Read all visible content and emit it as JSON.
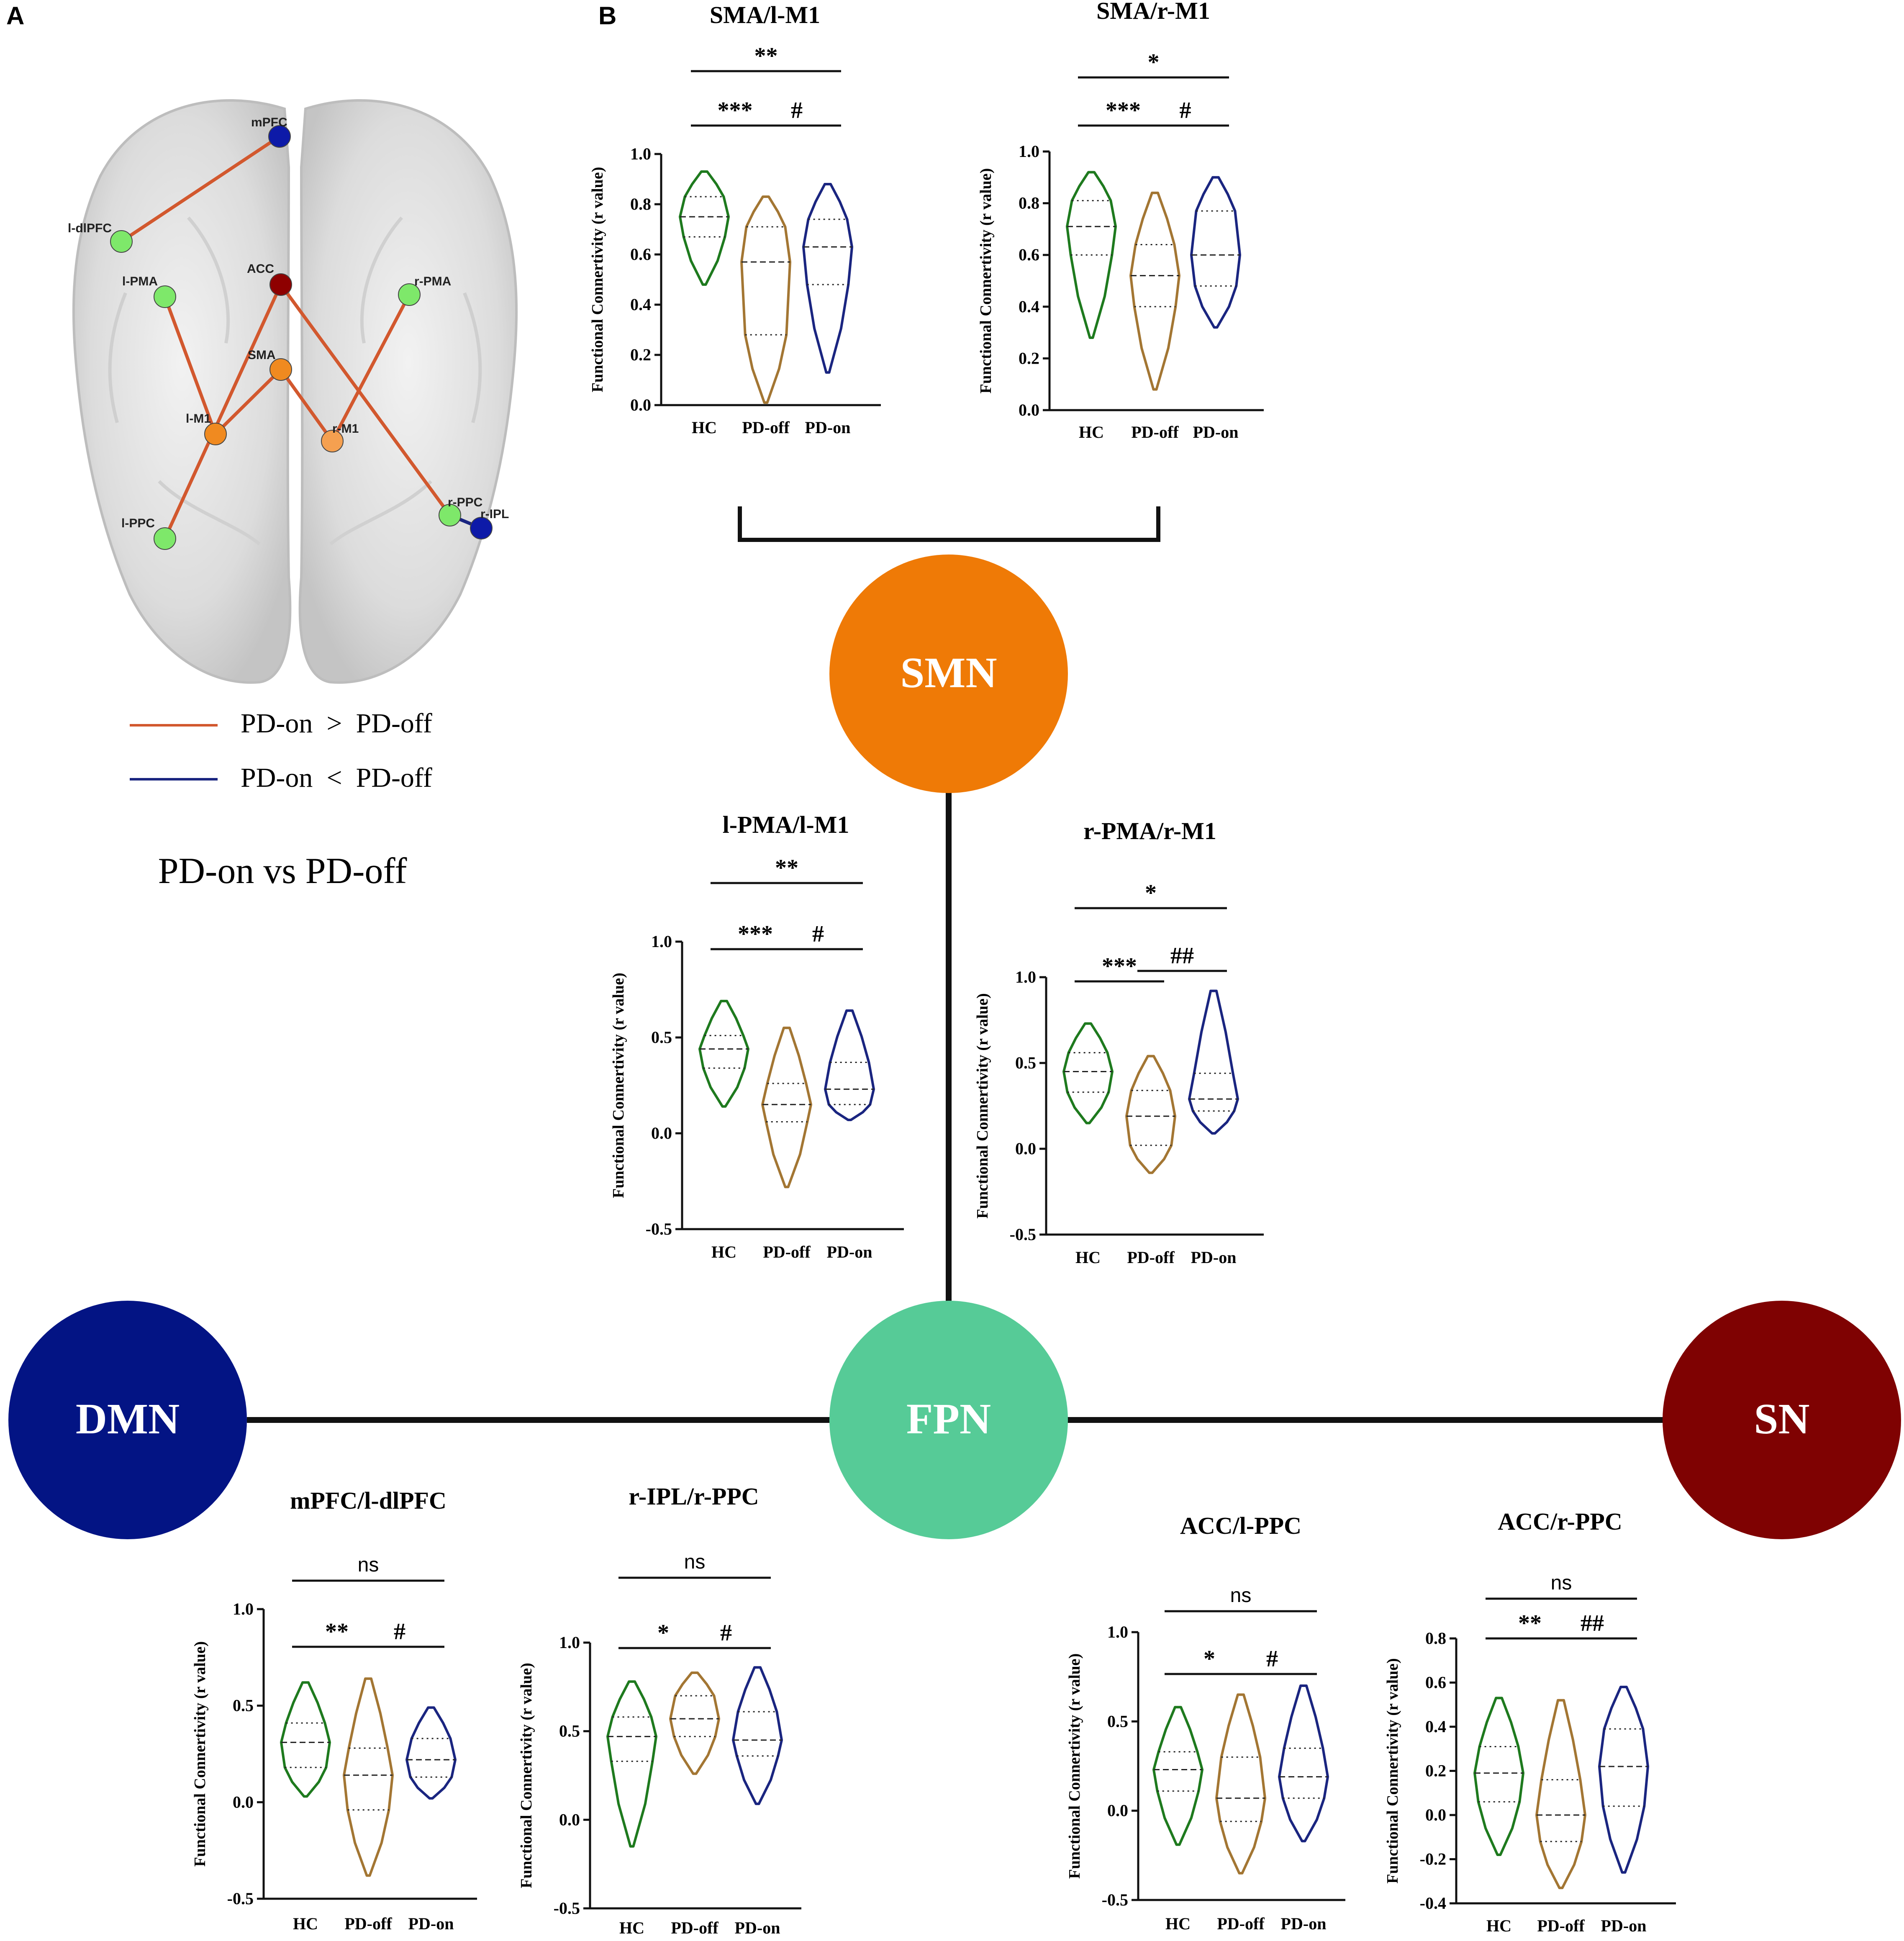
{
  "figure": {
    "panel_a_label": "A",
    "panel_b_label": "B",
    "comparison_title": "PD-on vs PD-off",
    "legend": [
      {
        "label": "PD-on  >  PD-off",
        "color": "#d2582e"
      },
      {
        "label": "PD-on  <  PD-off",
        "color": "#1a2580"
      }
    ]
  },
  "colors": {
    "HC": "#1e7a1e",
    "PD-off": "#a37633",
    "PD-on": "#1a2580",
    "SMN": "#ef7a06",
    "FPN": "#56cb97",
    "DMN": "#031484",
    "SN": "#7f0202",
    "line_up": "#d2582e",
    "line_down": "#1a2580"
  },
  "brain": {
    "nodes": [
      {
        "id": "mPFC",
        "label": "mPFC",
        "color": "#0d1aa8"
      },
      {
        "id": "l-dlPFC",
        "label": "l-dlPFC",
        "color": "#7ee86a"
      },
      {
        "id": "l-PMA",
        "label": "l-PMA",
        "color": "#7ee86a"
      },
      {
        "id": "ACC",
        "label": "ACC",
        "color": "#8e0000"
      },
      {
        "id": "r-PMA",
        "label": "r-PMA",
        "color": "#7ee86a"
      },
      {
        "id": "SMA",
        "label": "SMA",
        "color": "#f08a20"
      },
      {
        "id": "l-M1",
        "label": "l-M1",
        "color": "#f08a20"
      },
      {
        "id": "r-M1",
        "label": "r-M1",
        "color": "#f5a050"
      },
      {
        "id": "l-PPC",
        "label": "l-PPC",
        "color": "#7ee86a"
      },
      {
        "id": "r-PPC",
        "label": "r-PPC",
        "color": "#7ee86a"
      },
      {
        "id": "r-IPL",
        "label": "r-IPL",
        "color": "#0d1aa8"
      }
    ],
    "edges": [
      {
        "from": "mPFC",
        "to": "l-dlPFC",
        "direction": "PD-on > PD-off"
      },
      {
        "from": "l-PMA",
        "to": "l-M1",
        "direction": "PD-on > PD-off"
      },
      {
        "from": "SMA",
        "to": "l-M1",
        "direction": "PD-on > PD-off"
      },
      {
        "from": "SMA",
        "to": "r-M1",
        "direction": "PD-on > PD-off"
      },
      {
        "from": "r-PMA",
        "to": "r-M1",
        "direction": "PD-on > PD-off"
      },
      {
        "from": "ACC",
        "to": "l-PPC",
        "direction": "PD-on > PD-off"
      },
      {
        "from": "ACC",
        "to": "r-PPC",
        "direction": "PD-on > PD-off"
      },
      {
        "from": "r-PPC",
        "to": "r-IPL",
        "direction": "PD-on < PD-off"
      }
    ]
  },
  "networks": [
    {
      "id": "SMN",
      "label": "SMN"
    },
    {
      "id": "FPN",
      "label": "FPN"
    },
    {
      "id": "DMN",
      "label": "DMN"
    },
    {
      "id": "SN",
      "label": "SN"
    }
  ],
  "chart_data": [
    {
      "type": "violin",
      "title": "SMA/l-M1",
      "ylabel": "Functional Connertivity (r value)",
      "ylim": [
        0,
        1.0
      ],
      "yticks": [
        "0.0",
        "0.2",
        "0.4",
        "0.6",
        "0.8",
        "1.0"
      ],
      "ytick_values": [
        0,
        0.2,
        0.4,
        0.6,
        0.8,
        1.0
      ],
      "categories": [
        "HC",
        "PD-off",
        "PD-on"
      ],
      "series": [
        {
          "name": "HC",
          "min": 0.48,
          "max": 0.93,
          "q1": 0.67,
          "median": 0.75,
          "q3": 0.83
        },
        {
          "name": "PD-off",
          "min": 0.01,
          "max": 0.83,
          "q1": 0.28,
          "median": 0.57,
          "q3": 0.71
        },
        {
          "name": "PD-on",
          "min": 0.13,
          "max": 0.88,
          "q1": 0.48,
          "median": 0.63,
          "q3": 0.74
        }
      ],
      "annotations": [
        {
          "text": "**",
          "from": 0,
          "to": 2,
          "level": 0
        },
        {
          "text": "***",
          "from": 0,
          "to": 1,
          "level": 1
        },
        {
          "text": "#",
          "from": 1,
          "to": 2,
          "level": 1
        }
      ]
    },
    {
      "type": "violin",
      "title": "SMA/r-M1",
      "ylabel": "Functional Connertivity (r value)",
      "ylim": [
        0,
        1.0
      ],
      "yticks": [
        "0.0",
        "0.2",
        "0.4",
        "0.6",
        "0.8",
        "1.0"
      ],
      "ytick_values": [
        0,
        0.2,
        0.4,
        0.6,
        0.8,
        1.0
      ],
      "categories": [
        "HC",
        "PD-off",
        "PD-on"
      ],
      "series": [
        {
          "name": "HC",
          "min": 0.28,
          "max": 0.92,
          "q1": 0.6,
          "median": 0.71,
          "q3": 0.81
        },
        {
          "name": "PD-off",
          "min": 0.08,
          "max": 0.84,
          "q1": 0.4,
          "median": 0.52,
          "q3": 0.64
        },
        {
          "name": "PD-on",
          "min": 0.32,
          "max": 0.9,
          "q1": 0.48,
          "median": 0.6,
          "q3": 0.77
        }
      ],
      "annotations": [
        {
          "text": "*",
          "from": 0,
          "to": 2,
          "level": 0
        },
        {
          "text": "***",
          "from": 0,
          "to": 1,
          "level": 1
        },
        {
          "text": "#",
          "from": 1,
          "to": 2,
          "level": 1
        }
      ]
    },
    {
      "type": "violin",
      "title": "l-PMA/l-M1",
      "ylabel": "Functional Connertivity (r value)",
      "ylim": [
        -0.5,
        1.0
      ],
      "yticks": [
        "-0.5",
        "0.0",
        "0.5",
        "1.0"
      ],
      "ytick_values": [
        -0.5,
        0,
        0.5,
        1.0
      ],
      "categories": [
        "HC",
        "PD-off",
        "PD-on"
      ],
      "series": [
        {
          "name": "HC",
          "min": 0.14,
          "max": 0.69,
          "q1": 0.34,
          "median": 0.44,
          "q3": 0.51
        },
        {
          "name": "PD-off",
          "min": -0.28,
          "max": 0.55,
          "q1": 0.06,
          "median": 0.15,
          "q3": 0.26
        },
        {
          "name": "PD-on",
          "min": 0.07,
          "max": 0.64,
          "q1": 0.15,
          "median": 0.23,
          "q3": 0.37
        }
      ],
      "annotations": [
        {
          "text": "**",
          "from": 0,
          "to": 2,
          "level": 0
        },
        {
          "text": "***",
          "from": 0,
          "to": 1,
          "level": 1
        },
        {
          "text": "#",
          "from": 1,
          "to": 2,
          "level": 1
        }
      ]
    },
    {
      "type": "violin",
      "title": "r-PMA/r-M1",
      "ylabel": "Functional Connertivity (r value)",
      "ylim": [
        -0.5,
        1.0
      ],
      "yticks": [
        "-0.5",
        "0.0",
        "0.5",
        "1.0"
      ],
      "ytick_values": [
        -0.5,
        0,
        0.5,
        1.0
      ],
      "categories": [
        "HC",
        "PD-off",
        "PD-on"
      ],
      "series": [
        {
          "name": "HC",
          "min": 0.15,
          "max": 0.73,
          "q1": 0.33,
          "median": 0.45,
          "q3": 0.56
        },
        {
          "name": "PD-off",
          "min": -0.14,
          "max": 0.54,
          "q1": 0.02,
          "median": 0.19,
          "q3": 0.34
        },
        {
          "name": "PD-on",
          "min": 0.09,
          "max": 0.92,
          "q1": 0.22,
          "median": 0.29,
          "q3": 0.44
        }
      ],
      "annotations": [
        {
          "text": "*",
          "from": 0,
          "to": 2,
          "level": 0
        },
        {
          "text": "***",
          "from": 0,
          "to": 1,
          "level": 2
        },
        {
          "text": "##",
          "from": 1,
          "to": 2,
          "level": 1
        }
      ]
    },
    {
      "type": "violin",
      "title": "mPFC/l-dlPFC",
      "ylabel": "Functional Connertivity (r value)",
      "ylim": [
        -0.5,
        1.0
      ],
      "yticks": [
        "-0.5",
        "0.0",
        "0.5",
        "1.0"
      ],
      "ytick_values": [
        -0.5,
        0,
        0.5,
        1.0
      ],
      "categories": [
        "HC",
        "PD-off",
        "PD-on"
      ],
      "series": [
        {
          "name": "HC",
          "min": 0.03,
          "max": 0.62,
          "q1": 0.18,
          "median": 0.31,
          "q3": 0.41
        },
        {
          "name": "PD-off",
          "min": -0.38,
          "max": 0.64,
          "q1": -0.04,
          "median": 0.14,
          "q3": 0.28
        },
        {
          "name": "PD-on",
          "min": 0.02,
          "max": 0.49,
          "q1": 0.13,
          "median": 0.22,
          "q3": 0.33
        }
      ],
      "annotations": [
        {
          "text": "ns",
          "from": 0,
          "to": 2,
          "level": 0
        },
        {
          "text": "**",
          "from": 0,
          "to": 1,
          "level": 1
        },
        {
          "text": "#",
          "from": 1,
          "to": 2,
          "level": 1
        }
      ]
    },
    {
      "type": "violin",
      "title": "r-IPL/r-PPC",
      "ylabel": "Functional Connertivity (r value)",
      "ylim": [
        -0.5,
        1.0
      ],
      "yticks": [
        "-0.5",
        "0.0",
        "0.5",
        "1.0"
      ],
      "ytick_values": [
        -0.5,
        0,
        0.5,
        1.0
      ],
      "categories": [
        "HC",
        "PD-off",
        "PD-on"
      ],
      "series": [
        {
          "name": "HC",
          "min": -0.15,
          "max": 0.78,
          "q1": 0.33,
          "median": 0.47,
          "q3": 0.58
        },
        {
          "name": "PD-off",
          "min": 0.26,
          "max": 0.83,
          "q1": 0.47,
          "median": 0.57,
          "q3": 0.7
        },
        {
          "name": "PD-on",
          "min": 0.09,
          "max": 0.86,
          "q1": 0.36,
          "median": 0.45,
          "q3": 0.61
        }
      ],
      "annotations": [
        {
          "text": "ns",
          "from": 0,
          "to": 2,
          "level": 0
        },
        {
          "text": "*",
          "from": 0,
          "to": 1,
          "level": 1
        },
        {
          "text": "#",
          "from": 1,
          "to": 2,
          "level": 1
        }
      ]
    },
    {
      "type": "violin",
      "title": "ACC/l-PPC",
      "ylabel": "Functional Connertivity (r value)",
      "ylim": [
        -0.5,
        1.0
      ],
      "yticks": [
        "-0.5",
        "0.0",
        "0.5",
        "1.0"
      ],
      "ytick_values": [
        -0.5,
        0,
        0.5,
        1.0
      ],
      "categories": [
        "HC",
        "PD-off",
        "PD-on"
      ],
      "series": [
        {
          "name": "HC",
          "min": -0.19,
          "max": 0.58,
          "q1": 0.11,
          "median": 0.23,
          "q3": 0.33
        },
        {
          "name": "PD-off",
          "min": -0.35,
          "max": 0.65,
          "q1": -0.06,
          "median": 0.07,
          "q3": 0.3
        },
        {
          "name": "PD-on",
          "min": -0.17,
          "max": 0.7,
          "q1": 0.07,
          "median": 0.19,
          "q3": 0.35
        }
      ],
      "annotations": [
        {
          "text": "ns",
          "from": 0,
          "to": 2,
          "level": 0
        },
        {
          "text": "*",
          "from": 0,
          "to": 1,
          "level": 1
        },
        {
          "text": "#",
          "from": 1,
          "to": 2,
          "level": 1
        }
      ]
    },
    {
      "type": "violin",
      "title": "ACC/r-PPC",
      "ylabel": "Functional Connertivity (r value)",
      "ylim": [
        -0.4,
        0.8
      ],
      "yticks": [
        "-0.4",
        "-0.2",
        "0.0",
        "0.2",
        "0.4",
        "0.6",
        "0.8"
      ],
      "ytick_values": [
        -0.4,
        -0.2,
        0,
        0.2,
        0.4,
        0.6,
        0.8
      ],
      "categories": [
        "HC",
        "PD-off",
        "PD-on"
      ],
      "series": [
        {
          "name": "HC",
          "min": -0.18,
          "max": 0.53,
          "q1": 0.06,
          "median": 0.19,
          "q3": 0.31
        },
        {
          "name": "PD-off",
          "min": -0.33,
          "max": 0.52,
          "q1": -0.12,
          "median": 0.0,
          "q3": 0.16
        },
        {
          "name": "PD-on",
          "min": -0.26,
          "max": 0.58,
          "q1": 0.04,
          "median": 0.22,
          "q3": 0.39
        }
      ],
      "annotations": [
        {
          "text": "ns",
          "from": 0,
          "to": 2,
          "level": 0
        },
        {
          "text": "**",
          "from": 0,
          "to": 1,
          "level": 1
        },
        {
          "text": "##",
          "from": 1,
          "to": 2,
          "level": 1
        }
      ]
    }
  ]
}
